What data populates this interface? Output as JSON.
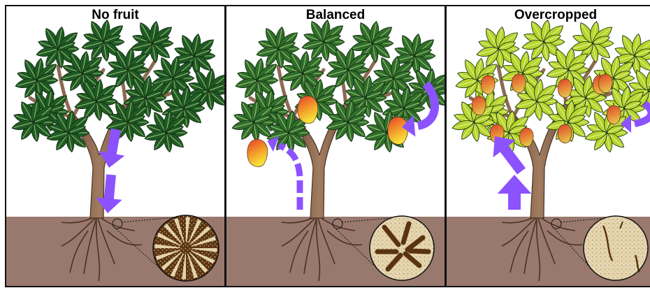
{
  "panels": [
    {
      "title": "No fruit",
      "leaf_color": "#1f5a24",
      "fruit_count": 0,
      "sap_flow": "from canopy to roots"
    },
    {
      "title": "Balanced",
      "leaf_color": "#2f6e2a",
      "fruit_count": 3,
      "sap_flow": "to fruit from canopy and roots"
    },
    {
      "title": "Overcropped",
      "leaf_color": "#b7d52d",
      "fruit_count": 10,
      "sap_flow": "from roots to fruit"
    }
  ],
  "colors": {
    "soil": "#99796e",
    "sky": "#ffffff",
    "arrow": "#8c52ff",
    "trunk": "#8c6a52",
    "root_cross_section_light": "#e4d3ad",
    "root_cross_section_dark": "#5a3410"
  },
  "icons": [
    "mango-tree-icon",
    "mango-fruit-icon",
    "flow-arrow-icon",
    "root-cross-section-icon"
  ]
}
